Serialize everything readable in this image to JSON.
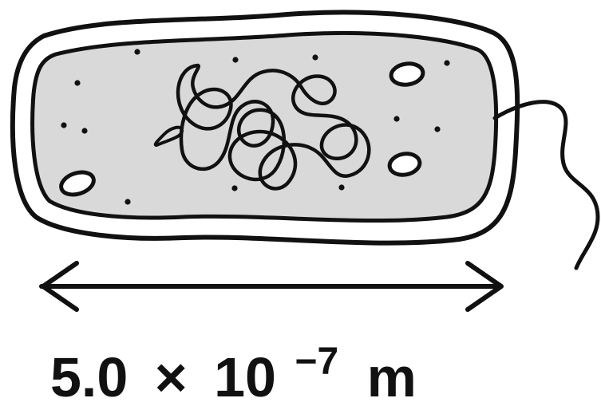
{
  "measurement": {
    "mantissa": "5.0",
    "multiply_sign": "×",
    "base": "10",
    "exponent": "−7",
    "unit": "m"
  },
  "colors": {
    "outline": "#111111",
    "cytoplasm_fill": "#d9d9d9",
    "background": "#ffffff"
  },
  "icons": {
    "dimension_arrow": "double-headed-arrow-icon"
  }
}
